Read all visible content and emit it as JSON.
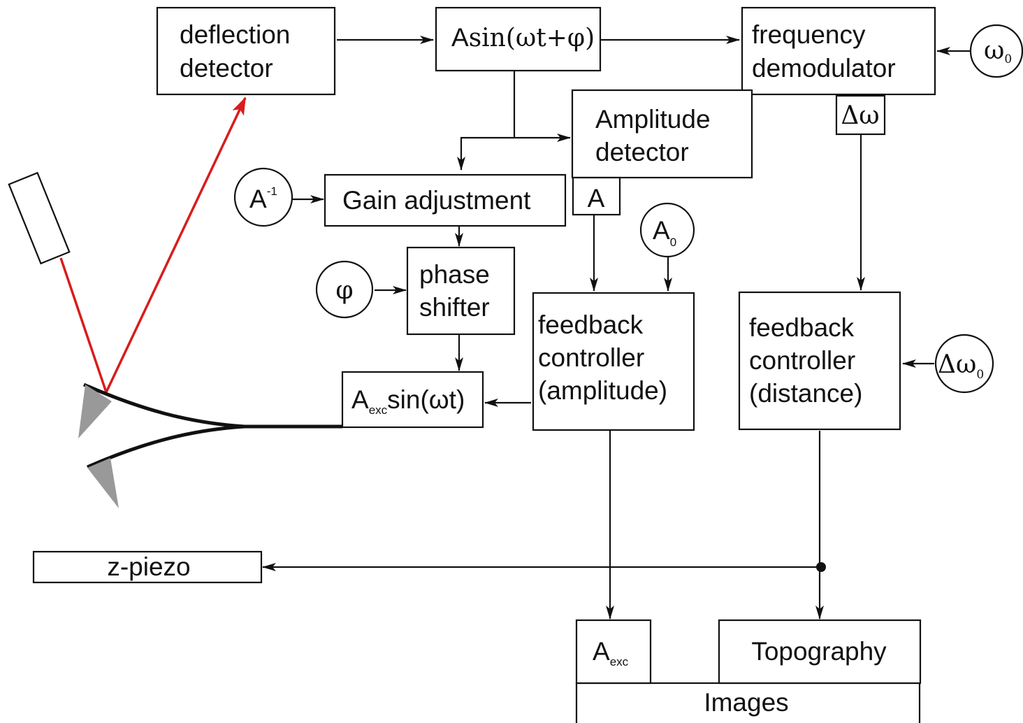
{
  "blocks": {
    "deflection_detector": {
      "line1": "deflection",
      "line2": "detector"
    },
    "signal": {
      "prefix": "A",
      "rest": "sin(ωt+φ)"
    },
    "frequency_demodulator": {
      "line1": "frequency",
      "line2": "demodulator"
    },
    "delta_omega_output": "Δω",
    "amplitude_detector": {
      "line1": "Amplitude",
      "line2": "detector"
    },
    "amplitude_output": "A",
    "gain_adjustment": "Gain adjustment",
    "phase_shifter": {
      "line1": "phase",
      "line2": "shifter"
    },
    "excitation": {
      "base": "A",
      "sub": "exc",
      "rest": "sin(ωt)"
    },
    "feedback_amplitude": {
      "line1": "feedback",
      "line2": "controller",
      "line3": "(amplitude)"
    },
    "feedback_distance": {
      "line1": "feedback",
      "line2": "controller",
      "line3": "(distance)"
    },
    "z_piezo": "z-piezo",
    "images": {
      "label": "Images",
      "aexc": {
        "base": "A",
        "sub": "exc"
      },
      "topography": "Topography"
    }
  },
  "inputs": {
    "omega0": {
      "base": "ω",
      "sub": "0"
    },
    "a_inverse": {
      "base": "A",
      "sup": "-1"
    },
    "a0": {
      "base": "A",
      "sub": "0"
    },
    "phi": "φ",
    "delta_omega0": {
      "base": "Δω",
      "sub": "0"
    }
  },
  "colors": {
    "laser": "#d91c1c",
    "tip": "#999999",
    "lines": "#111111"
  },
  "icons": [
    "laser-source-icon",
    "cantilever-icon",
    "tip-icon",
    "junction-dot-icon"
  ]
}
